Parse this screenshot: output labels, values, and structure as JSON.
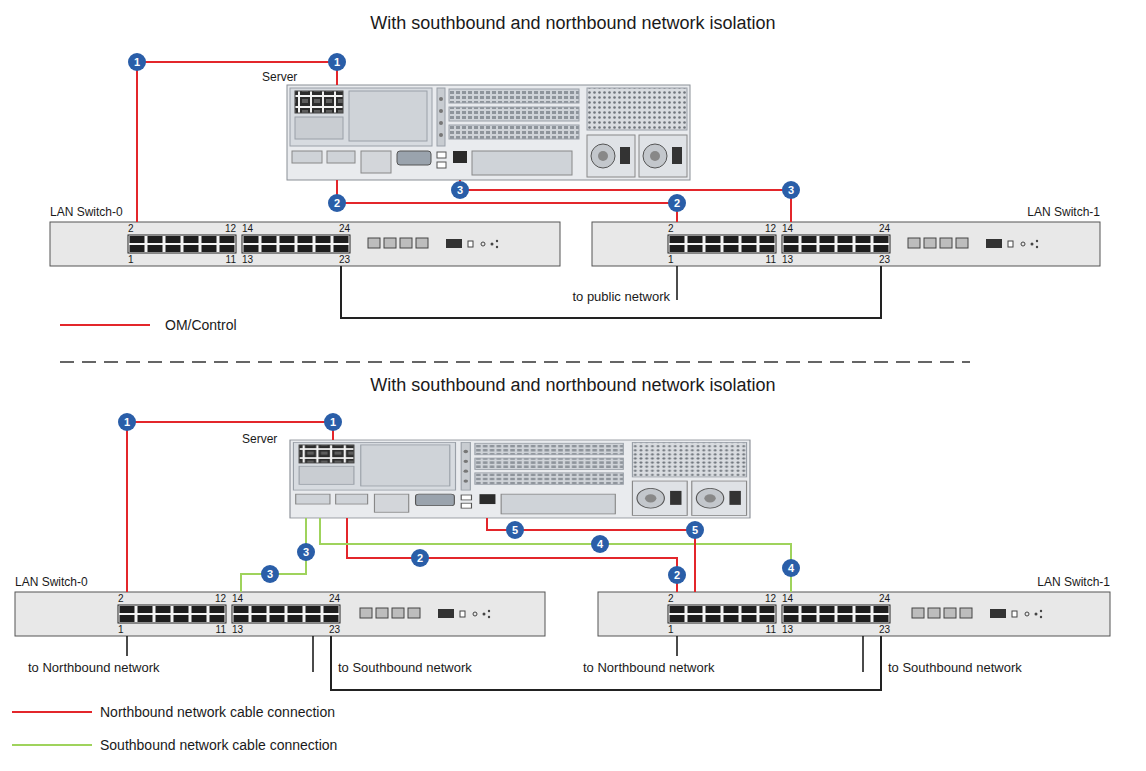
{
  "diagram": {
    "title": "With southbound and northbound network isolation",
    "nodes": [
      {
        "text": [
          "Server"
        ]
      },
      {
        "text": [
          "LAN Switch-0",
          "2",
          "12",
          "1",
          "11",
          "14",
          "24",
          "13",
          "23"
        ]
      },
      {
        "text": [
          "LAN Switch-1",
          "2",
          "12",
          "1",
          "11",
          "14",
          "24",
          "13",
          "23"
        ]
      },
      {
        "text": [
          "Server"
        ]
      },
      {
        "text": [
          "LAN Switch-0",
          "2",
          "12",
          "1",
          "11",
          "14",
          "24",
          "13",
          "23"
        ]
      },
      {
        "text": [
          "LAN Switch-1",
          "2",
          "12",
          "1",
          "11",
          "14",
          "24",
          "13",
          "23"
        ]
      }
    ],
    "edges": [
      {
        "from": 0,
        "to": 1,
        "arrow": "none"
      },
      {
        "from": 0,
        "to": 2,
        "arrow": "none"
      },
      {
        "from": 0,
        "to": 2,
        "arrow": "none"
      },
      {
        "from": 1,
        "to": 2,
        "arrow": "none"
      },
      {
        "from": 3,
        "to": 4,
        "arrow": "none"
      },
      {
        "from": 3,
        "to": 5,
        "arrow": "none"
      },
      {
        "from": 3,
        "to": 4,
        "arrow": "none"
      },
      {
        "from": 3,
        "to": 5,
        "arrow": "none"
      },
      {
        "from": 3,
        "to": 5,
        "arrow": "none"
      },
      {
        "from": 4,
        "to": 5,
        "arrow": "none"
      }
    ],
    "labels": [
      "1",
      "1",
      "2",
      "2",
      "3",
      "3",
      "to public network",
      "With southbound and northbound network isolation",
      "1",
      "1",
      "2",
      "2",
      "3",
      "3",
      "4",
      "4",
      "5",
      "5",
      "to Northbound network",
      "to Southbound network",
      "to Northbound network",
      "to Southbound network"
    ],
    "legend": [
      {
        "text": "OM/Control",
        "color": "#e3262b"
      },
      {
        "text": "Northbound network cable connection",
        "color": "#e3262b"
      },
      {
        "text": "Southbound network cable connection",
        "color": "#9fd35c"
      }
    ]
  }
}
